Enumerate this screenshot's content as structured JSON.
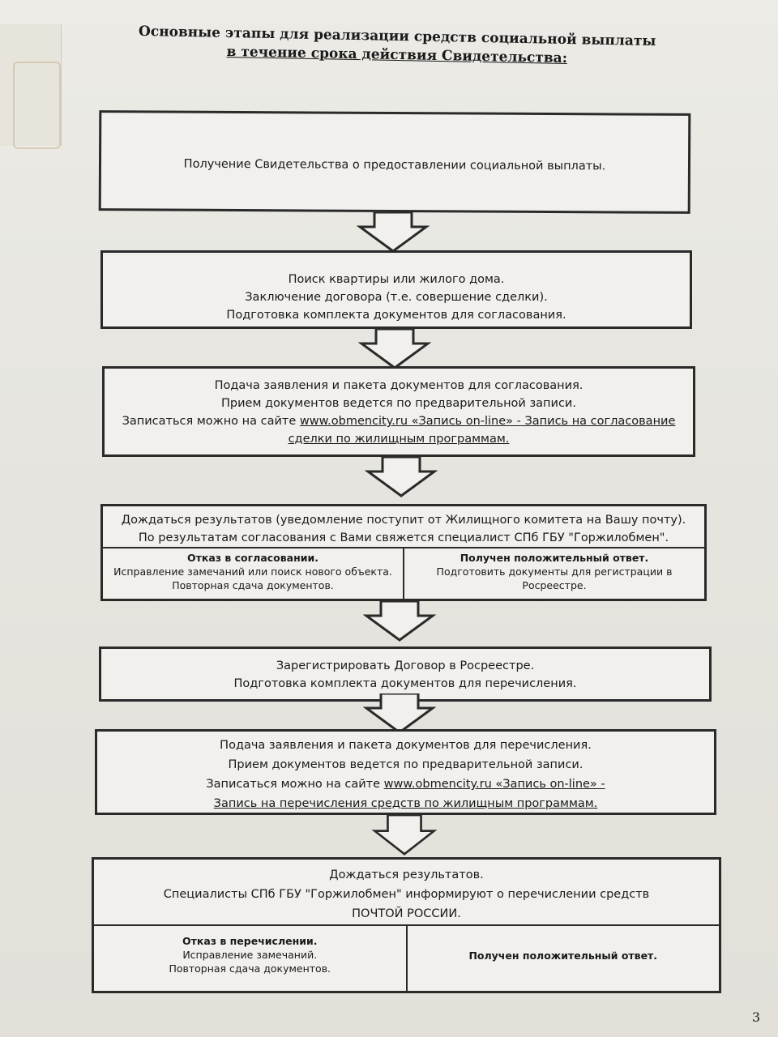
{
  "title": {
    "line1": "Основные этапы для реализации средств социальной выплаты",
    "line2": "в течение срока действия Свидетельства:"
  },
  "steps": [
    {
      "lines": [
        "Получение Свидетельства о предоставлении социальной выплаты."
      ]
    },
    {
      "lines": [
        "Поиск квартиры или жилого дома.",
        "Заключение договора (т.е. совершение сделки).",
        "Подготовка комплекта документов для согласования."
      ]
    },
    {
      "line1": "Подача заявления и пакета документов для согласования.",
      "line2": "Прием документов ведется по предварительной записи.",
      "line3_prefix": "Записаться можно на сайте ",
      "line3_link": "www.obmencity.ru «Запись on-line» - Запись на согласование",
      "line4_link": "сделки по жилищным программам."
    },
    {
      "line1": "Дождаться результатов (уведомление поступит от Жилищного комитета на Вашу почту).",
      "line2": "По результатам согласования с Вами свяжется специалист СПб ГБУ \"Горжилобмен\".",
      "left": {
        "head": "Отказ в согласовании.",
        "l1": "Исправление замечаний или поиск нового объекта.",
        "l2": "Повторная сдача документов."
      },
      "right": {
        "head": "Получен положительный ответ.",
        "l1": "Подготовить документы для регистрации в",
        "l2": "Росреестре."
      }
    },
    {
      "lines": [
        "Зарегистрировать  Договор  в Росреестре.",
        "Подготовка комплекта документов для перечисления."
      ]
    },
    {
      "line1": "Подача заявления и пакета документов для перечисления.",
      "line2": "Прием документов ведется по предварительной записи.",
      "line3_prefix": "Записаться можно на сайте  ",
      "line3_link": "www.obmencity.ru «Запись on-line» -",
      "line4_link": "Запись на перечисления средств по жилищным программам."
    },
    {
      "line1": "Дождаться результатов.",
      "line2": "Специалисты СПб ГБУ \"Горжилобмен\" информируют о перечислении средств",
      "line3": "ПОЧТОЙ РОССИИ.",
      "left": {
        "head": "Отказ в перечислении.",
        "l1": "Исправление замечаний.",
        "l2": "Повторная сдача документов."
      },
      "right": {
        "head": "Получен положительный ответ."
      }
    }
  ],
  "page_number": "3"
}
